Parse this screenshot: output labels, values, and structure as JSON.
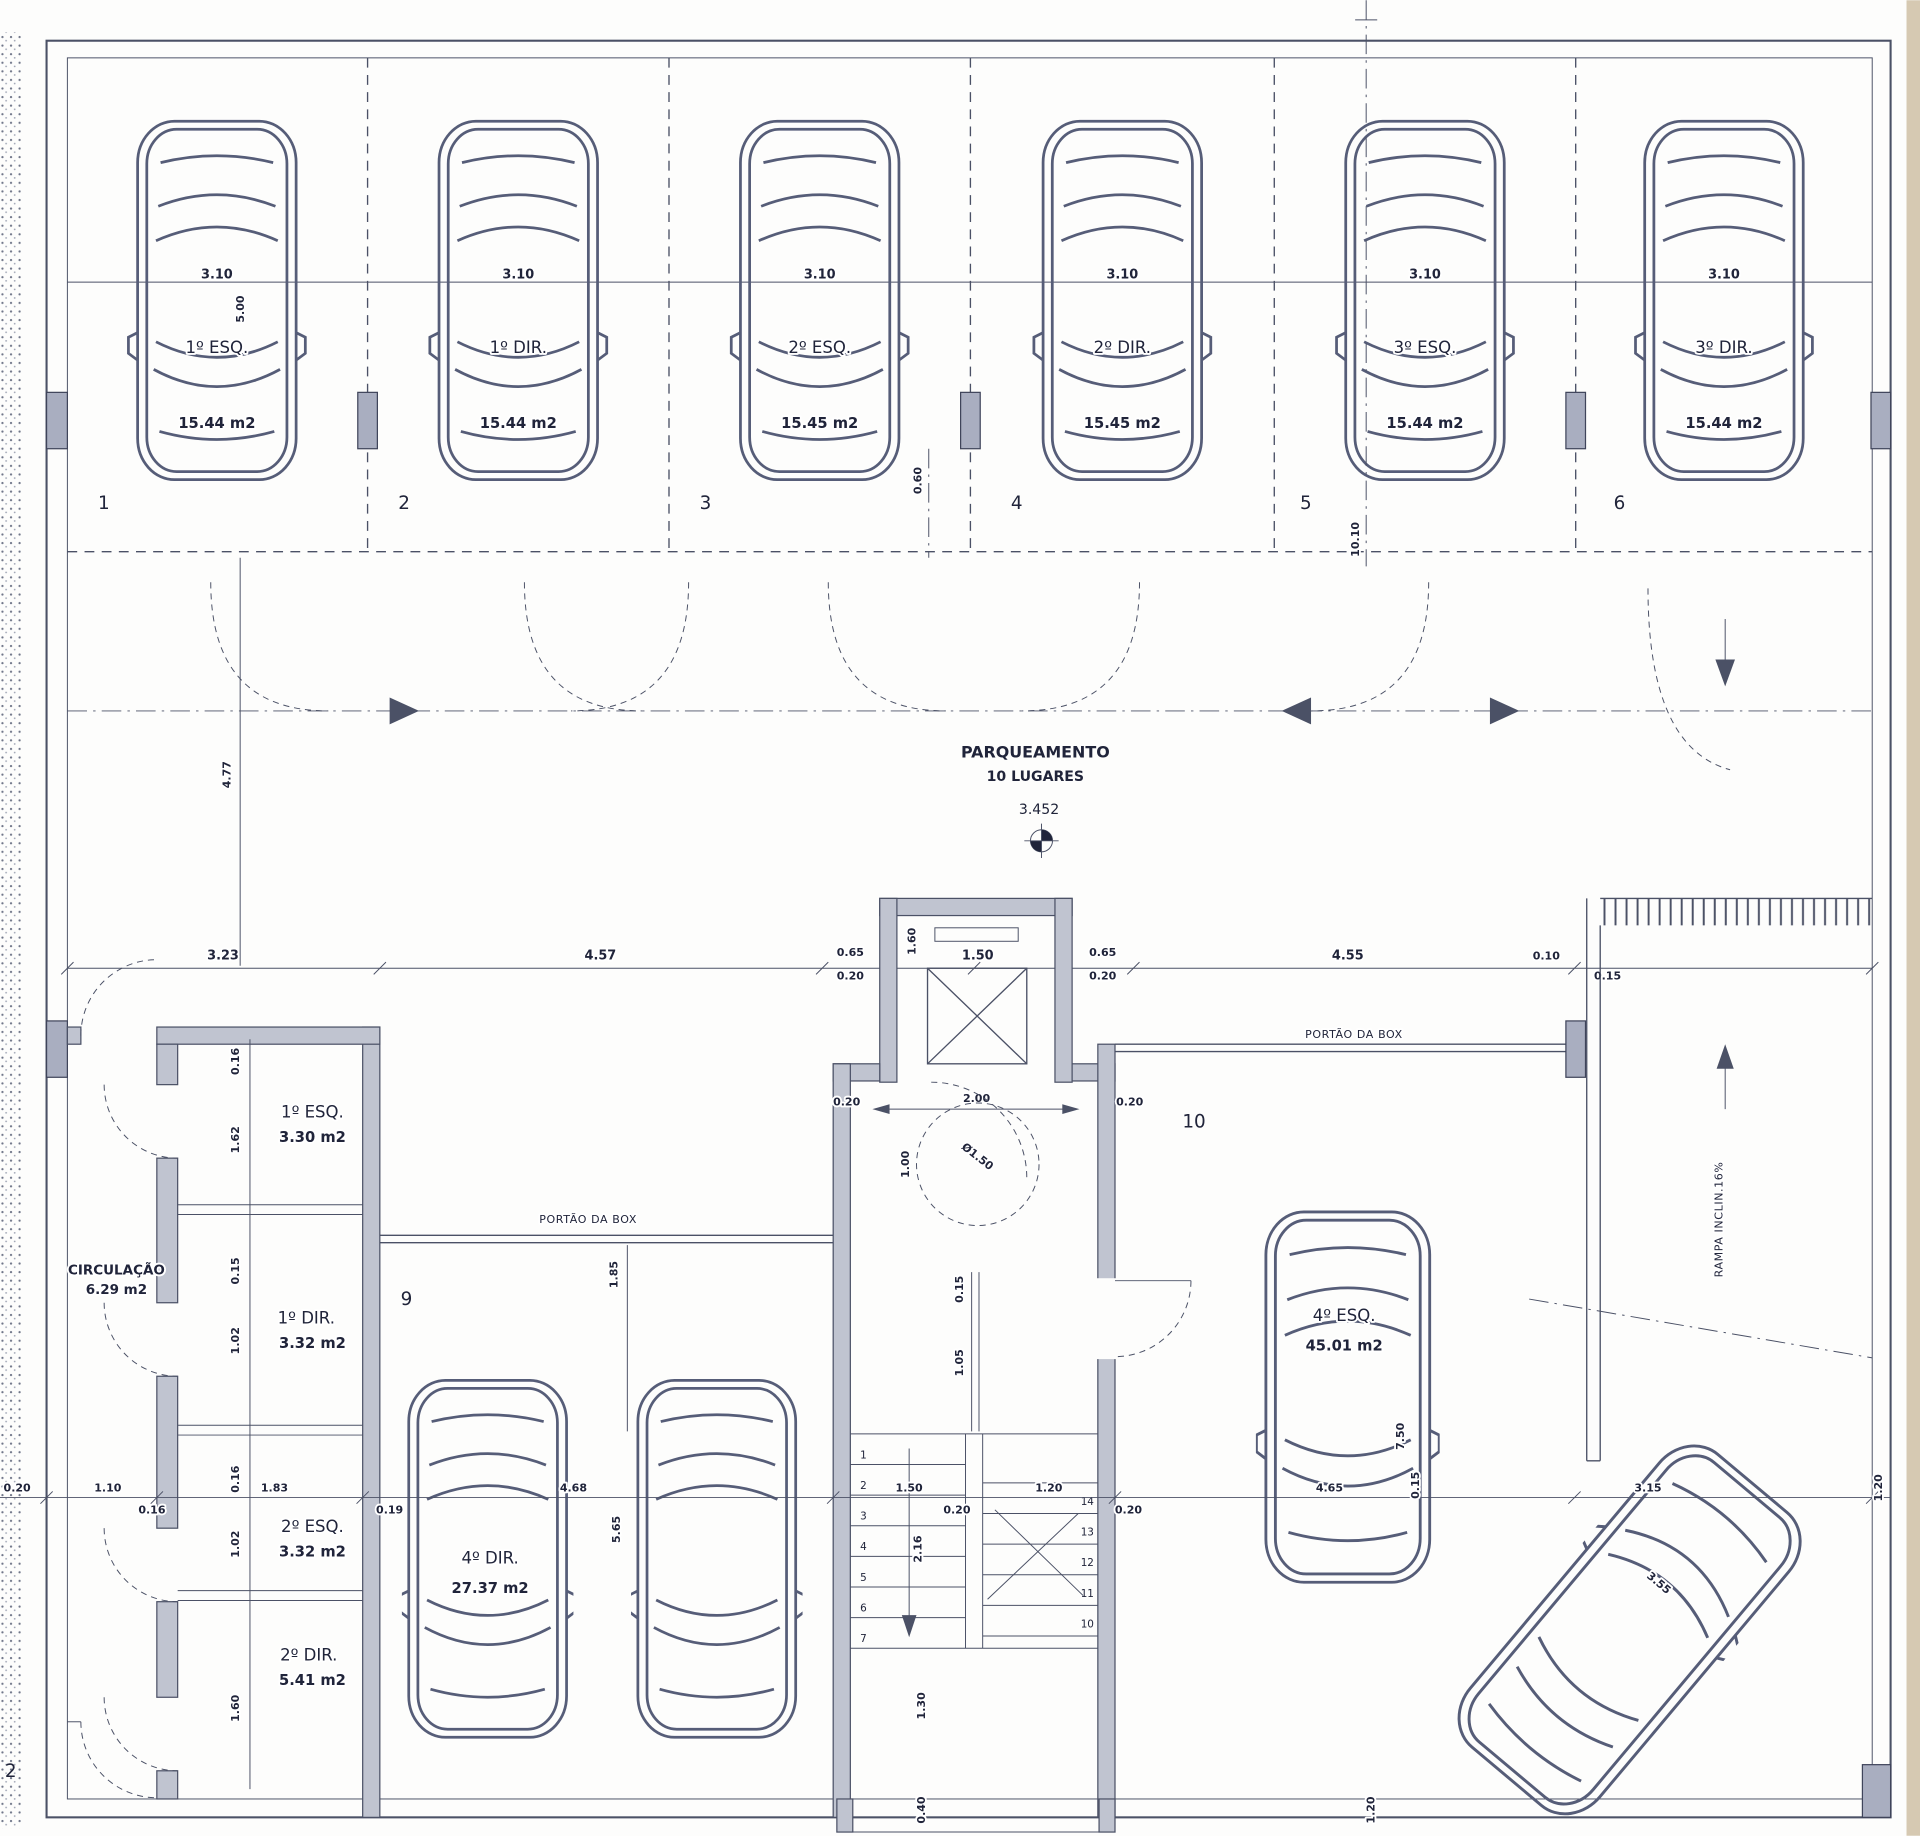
{
  "stalls": [
    {
      "num": "1",
      "width": "3.10",
      "name": "1º ESQ.",
      "area": "15.44 m2"
    },
    {
      "num": "2",
      "width": "3.10",
      "name": "1º DIR.",
      "area": "15.44 m2"
    },
    {
      "num": "3",
      "width": "3.10",
      "name": "2º ESQ.",
      "area": "15.45 m2"
    },
    {
      "num": "4",
      "width": "3.10",
      "name": "2º DIR.",
      "area": "15.45 m2"
    },
    {
      "num": "5",
      "width": "3.10",
      "name": "3º ESQ.",
      "area": "15.44 m2"
    },
    {
      "num": "6",
      "width": "3.10",
      "name": "3º DIR.",
      "area": "15.44 m2"
    }
  ],
  "aisle": {
    "title": "PARQUEAMENTO",
    "subtitle": "10 LUGARES",
    "level": "3.452"
  },
  "rooms": {
    "circ": {
      "name": "CIRCULAÇÃO",
      "area": "6.29 m2"
    },
    "r1e": {
      "name": "1º ESQ.",
      "area": "3.30 m2"
    },
    "r1d": {
      "name": "1º DIR.",
      "area": "3.32 m2"
    },
    "r2e": {
      "name": "2º ESQ.",
      "area": "3.32 m2"
    },
    "r2d": {
      "name": "2º DIR.",
      "area": "5.41 m2"
    }
  },
  "boxes": {
    "b9": {
      "num": "9",
      "name": "4º DIR.",
      "area": "27.37 m2"
    },
    "b10": {
      "num": "10",
      "name": "4º ESQ.",
      "area": "45.01 m2"
    }
  },
  "labels": {
    "portao_left": "PORTÃO DA BOX",
    "portao_right": "PORTÃO DA BOX",
    "rampa": "RAMPA INCLIN.16%",
    "grid": "2"
  },
  "stairs": {
    "t": [
      "1",
      "2",
      "3",
      "4",
      "5",
      "6",
      "7"
    ],
    "b": [
      "14",
      "13",
      "12",
      "11",
      "10"
    ]
  },
  "dims": {
    "stall_depth": "5.00",
    "aisle_depth": "4.77",
    "grid_v": "10.10",
    "col_offset": "0.60",
    "mid": [
      "3.23",
      "4.57",
      "0.65",
      "0.20",
      "1.50",
      "0.20",
      "0.65",
      "4.55",
      "0.10",
      "0.15"
    ],
    "lift": {
      "w": "2.00",
      "l": "0.20",
      "r": "0.20",
      "inner": "1.60",
      "h": "1.00",
      "circle": "Ø1.50"
    },
    "left": [
      "0.16",
      "1.62",
      "0.15",
      "1.02",
      "0.16",
      "1.02",
      "1.60"
    ],
    "mid_left": "1.85",
    "stair_side": [
      "0.15",
      "1.05"
    ],
    "bottom": [
      "0.20",
      "1.10",
      "0.16",
      "1.83",
      "0.19",
      "4.68",
      "1.50",
      "0.20",
      "1.20",
      "0.20",
      "4.65",
      "0.15",
      "3.15",
      "1.20"
    ],
    "b9_depth": "5.65",
    "run": "2.16",
    "sb": [
      "1.30",
      "0.40",
      "1.20"
    ],
    "b10_depth": "7.50",
    "car_diag": "3.55"
  }
}
